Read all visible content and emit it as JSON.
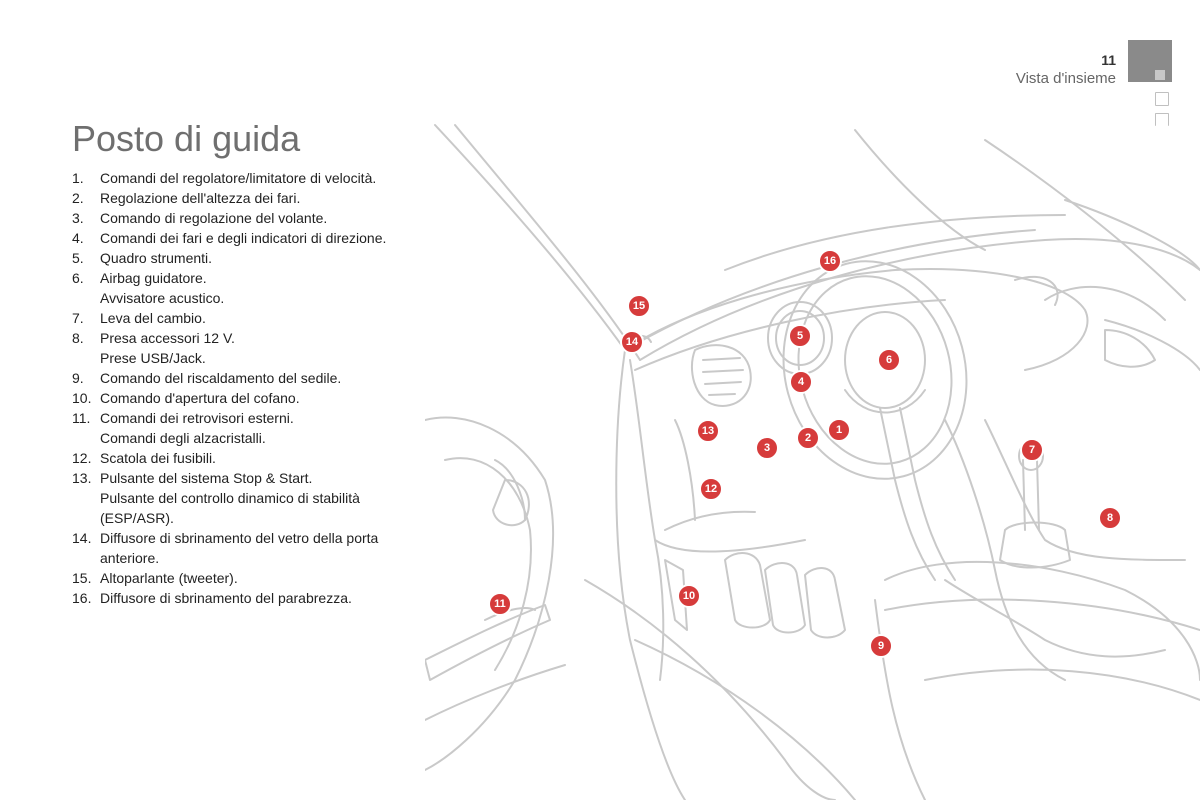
{
  "header": {
    "page_number": "11",
    "section": "Vista d'insieme"
  },
  "title": "Posto di guida",
  "items": [
    {
      "num": "1.",
      "text": "Comandi del regolatore/limitatore di velocità."
    },
    {
      "num": "2.",
      "text": "Regolazione dell'altezza dei fari."
    },
    {
      "num": "3.",
      "text": "Comando di regolazione del volante."
    },
    {
      "num": "4.",
      "text": "Comandi dei fari e degli indicatori di direzione."
    },
    {
      "num": "5.",
      "text": "Quadro strumenti."
    },
    {
      "num": "6.",
      "text": "Airbag guidatore.",
      "text2": "Avvisatore acustico."
    },
    {
      "num": "7.",
      "text": "Leva del cambio."
    },
    {
      "num": "8.",
      "text": "Presa accessori 12 V.",
      "text2": "Prese USB/Jack."
    },
    {
      "num": "9.",
      "text": "Comando del riscaldamento del sedile."
    },
    {
      "num": "10.",
      "text": "Comando d'apertura del cofano."
    },
    {
      "num": "11.",
      "text": "Comandi dei retrovisori esterni.",
      "text2": "Comandi degli alzacristalli."
    },
    {
      "num": "12.",
      "text": "Scatola dei fusibili."
    },
    {
      "num": "13.",
      "text": "Pulsante del sistema Stop & Start.",
      "text2": "Pulsante del controllo dinamico di stabilità (ESP/ASR)."
    },
    {
      "num": "14.",
      "text": "Diffusore di sbrinamento del vetro della porta anteriore."
    },
    {
      "num": "15.",
      "text": "Altoparlante (tweeter)."
    },
    {
      "num": "16.",
      "text": "Diffusore di sbrinamento del parabrezza."
    }
  ],
  "callouts": {
    "c1": "1",
    "c2": "2",
    "c3": "3",
    "c4": "4",
    "c5": "5",
    "c6": "6",
    "c7": "7",
    "c8": "8",
    "c9": "9",
    "c10": "10",
    "c11": "11",
    "c12": "12",
    "c13": "13",
    "c14": "14",
    "c15": "15",
    "c16": "16"
  },
  "colors": {
    "callout": "#d63b3b",
    "tab": "#8a8a8a"
  }
}
